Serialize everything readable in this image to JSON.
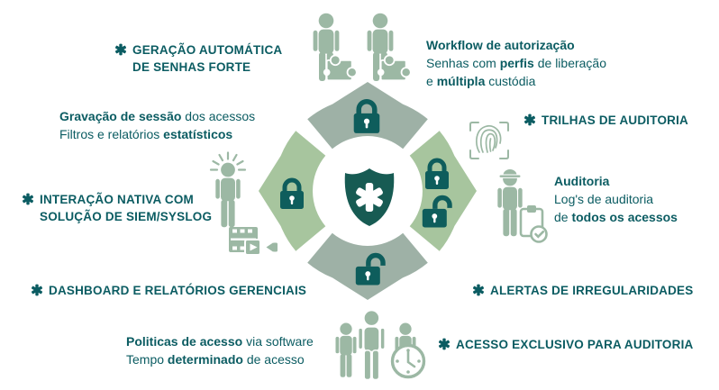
{
  "colors": {
    "text_teal": "#0b5c62",
    "dark_teal_locks": "#0e5d5c",
    "shield_teal": "#175b53",
    "petal_gray_green": "#9eb1a6",
    "petal_light_green": "#a7c59e",
    "icon_sage_green": "#9cb8a4",
    "background": "#ffffff"
  },
  "icons": {
    "bullet": "asterisk ✱",
    "center": "shield-with-asterisk inside four-petal wheel",
    "wheel_locks": [
      "padlock-closed top",
      "padlock-closed left",
      "padlock-closed right",
      "padlock-open right",
      "padlock-open bottom"
    ],
    "top": "two-users-with-puzzle-pieces",
    "left_mid": "user-with-alert-rays",
    "left_low": "film-strip-with-video-camera",
    "right_top": "fingerprint-scan-frame",
    "right_mid": "auditor-with-clipboard-check",
    "bottom": "three-users-group-with-clock"
  },
  "labels": {
    "strong_password": "GERAÇÃO AUTOMÁTICA\nDE SENHAS FORTE",
    "session_recording": [
      [
        {
          "t": "Gravação de sessão",
          "b": true
        },
        {
          "t": " dos acessos"
        }
      ],
      [
        {
          "t": "Filtros e relatórios "
        },
        {
          "t": "estatísticos",
          "b": true
        }
      ]
    ],
    "siem": "INTERAÇÃO NATIVA COM\nSOLUÇÃO DE SIEM/SYSLOG",
    "dashboard": "DASHBOARD E RELATÓRIOS GERENCIAIS",
    "policies": [
      [
        {
          "t": "Politicas de acesso",
          "b": true
        },
        {
          "t": " via software"
        }
      ],
      [
        {
          "t": "Tempo "
        },
        {
          "t": "determinado",
          "b": true
        },
        {
          "t": " de acesso"
        }
      ]
    ],
    "workflow": [
      [
        {
          "t": "Workflow de autorização",
          "b": true
        }
      ],
      [
        {
          "t": "Senhas com "
        },
        {
          "t": "perfis",
          "b": true
        },
        {
          "t": " de liberação"
        }
      ],
      [
        {
          "t": "e "
        },
        {
          "t": "múltipla",
          "b": true
        },
        {
          "t": " custódia"
        }
      ]
    ],
    "trilhas": "TRILHAS DE AUDITORIA",
    "audit": [
      [
        {
          "t": "Auditoria",
          "b": true
        }
      ],
      [
        {
          "t": "Log's de auditoria"
        }
      ],
      [
        {
          "t": "de "
        },
        {
          "t": "todos os acessos",
          "b": true
        }
      ]
    ],
    "alertas": "ALERTAS DE IRREGULARIDADES",
    "acesso": "ACESSO EXCLUSIVO PARA AUDITORIA"
  }
}
